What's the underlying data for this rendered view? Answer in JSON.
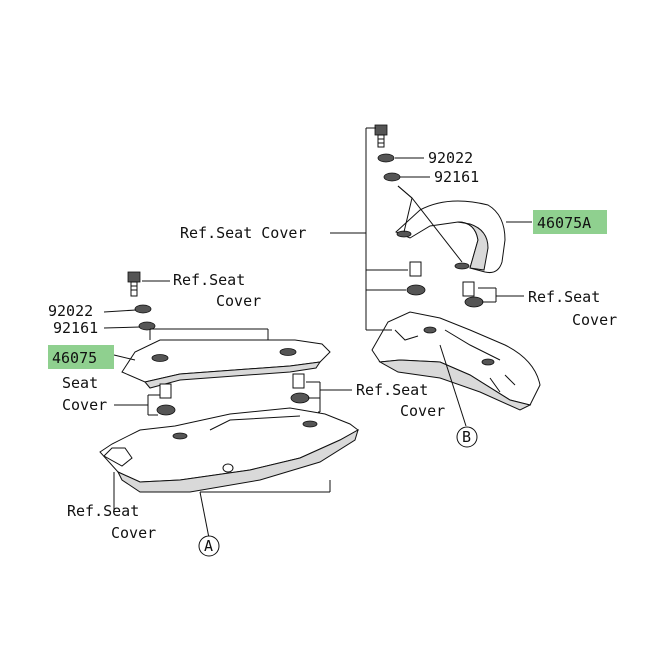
{
  "colors": {
    "highlight": "#8fd08f",
    "line": "#111111",
    "background": "#ffffff"
  },
  "labels": {
    "b_92022": "92022",
    "b_92161": "92161",
    "b_refseat_left": "Ref.Seat Cover",
    "b_46075A": "46075A",
    "b_refseat_right_1": "Ref.Seat",
    "b_refseat_right_2": "Cover",
    "a_refseat_top_1": "Ref.Seat",
    "a_refseat_top_2": "Cover",
    "a_92022": "92022",
    "a_92161": "92161",
    "a_46075": "46075",
    "a_seatcover_1": "Seat",
    "a_seatcover_2": "Cover",
    "a_refseat_mid_1": "Ref.Seat",
    "a_refseat_mid_2": "Cover",
    "a_refseat_bottom_1": "Ref.Seat",
    "a_refseat_bottom_2": "Cover",
    "callout_a": "A",
    "callout_b": "B"
  }
}
